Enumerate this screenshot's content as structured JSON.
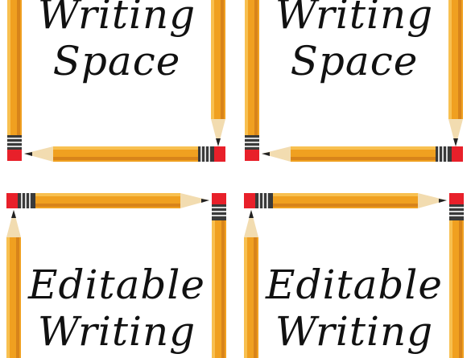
{
  "cards": [
    {
      "lines": [
        "Writing",
        "Space"
      ]
    },
    {
      "lines": [
        "Writing",
        "Space"
      ]
    },
    {
      "lines": [
        "Editable",
        "Writing"
      ]
    },
    {
      "lines": [
        "Editable",
        "Writing"
      ]
    }
  ],
  "colors": {
    "pencil_body": "#f0a020",
    "pencil_stripe": "#d8841a",
    "pencil_highlight": "#f8c050",
    "eraser": "#e8202a",
    "ferrule": "#3a3a3a",
    "wood": "#f2dcb0",
    "lead": "#222222"
  }
}
